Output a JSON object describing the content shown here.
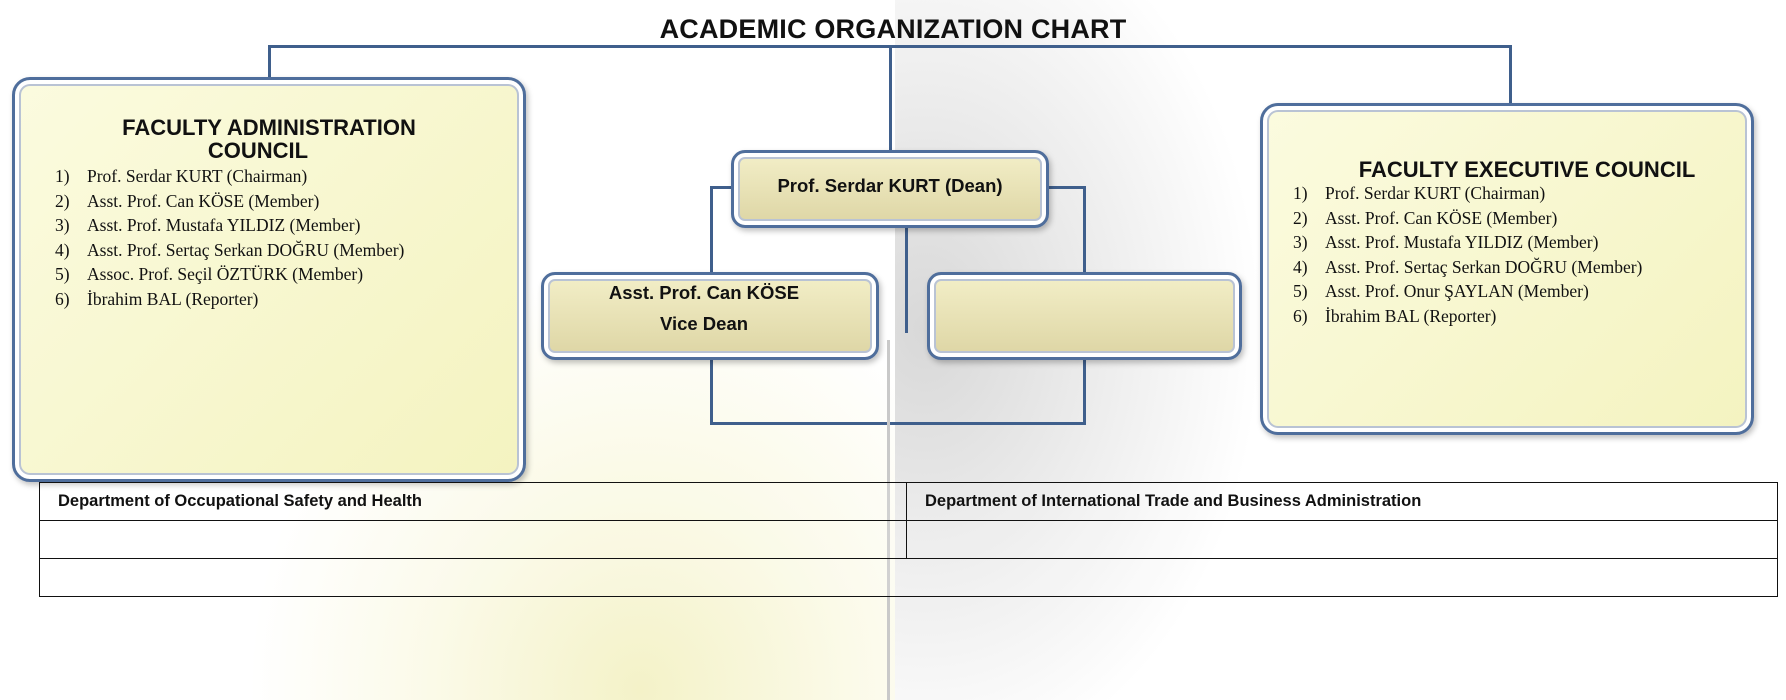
{
  "title": "ACADEMIC ORGANIZATION CHART",
  "administration_council": {
    "title_line1": "FACULTY ADMINISTRATION",
    "title_line2": "COUNCIL",
    "members": [
      {
        "num": "1)",
        "text": "Prof.  Serdar KURT (Chairman)"
      },
      {
        "num": "2)",
        "text": "Asst. Prof. Can KÖSE (Member)"
      },
      {
        "num": "3)",
        "text": "Asst. Prof. Mustafa YILDIZ (Member)"
      },
      {
        "num": "4)",
        "text": "Asst. Prof. Sertaç Serkan DOĞRU (Member)"
      },
      {
        "num": "5)",
        "text": "Assoc. Prof. Seçil ÖZTÜRK (Member)"
      },
      {
        "num": "6)",
        "text": "İbrahim BAL (Reporter)"
      }
    ]
  },
  "executive_council": {
    "title": "FACULTY EXECUTIVE COUNCIL",
    "members": [
      {
        "num": "1)",
        "text": "Prof. Serdar KURT (Chairman)"
      },
      {
        "num": "2)",
        "text": "Asst. Prof. Can KÖSE (Member)"
      },
      {
        "num": "3)",
        "text": "Asst. Prof. Mustafa YILDIZ (Member)"
      },
      {
        "num": "4)",
        "text": "Asst. Prof. Sertaç Serkan DOĞRU (Member)"
      },
      {
        "num": "5)",
        "text": "Asst. Prof. Onur ŞAYLAN (Member)"
      },
      {
        "num": "6)",
        "text": "İbrahim BAL (Reporter)"
      }
    ]
  },
  "dean": {
    "label": "Prof. Serdar KURT (Dean)"
  },
  "vice_dean": {
    "name": "Asst. Prof. Can KÖSE",
    "role": "Vice Dean"
  },
  "vice_dean_2": {
    "label": ""
  },
  "departments": {
    "left": "Department of Occupational Safety and Health",
    "right": "Department of International Trade and Business Administration"
  },
  "colors": {
    "connector": "#3f5f8c",
    "box_border": "#4f6e9c",
    "council_fill": "#f6f5c8",
    "node_fill": "#e6dfb2"
  }
}
